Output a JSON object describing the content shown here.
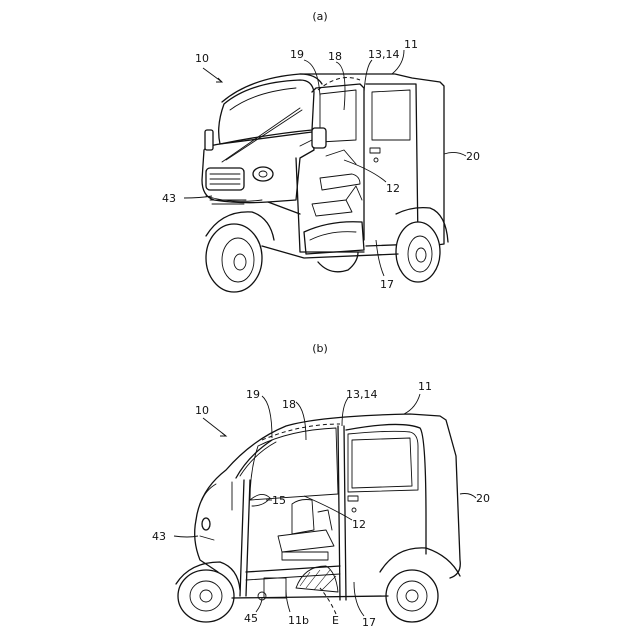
{
  "figure_a": {
    "caption": "(a)",
    "labels": {
      "vehicle": "10",
      "roof": "11",
      "door_frame": "13,14",
      "glass": "18",
      "window_panel": "19",
      "rear_body": "20",
      "seat": "12",
      "door_lower": "17",
      "grille": "43"
    }
  },
  "figure_b": {
    "caption": "(b)",
    "labels": {
      "vehicle": "10",
      "roof": "11",
      "door_frame": "13,14",
      "glass": "18",
      "window_panel": "19",
      "rear_body": "20",
      "steering": "15",
      "seat": "12",
      "grille": "43",
      "floor_part": "45",
      "floor_frame": "11b",
      "region": "E",
      "door_lower": "17"
    }
  }
}
